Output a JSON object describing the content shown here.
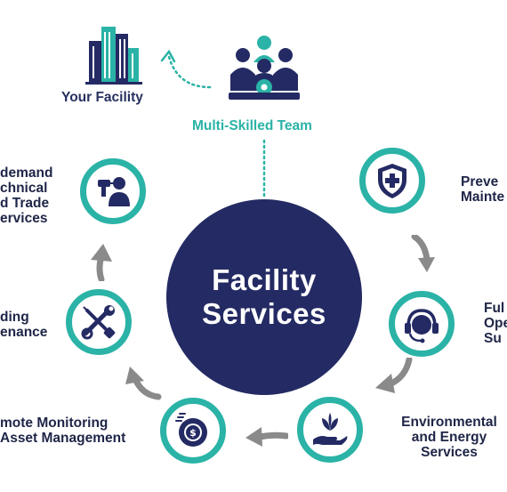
{
  "diagram": {
    "center": {
      "line1": "Facility",
      "line2": "Services"
    },
    "top": {
      "facility_label": "Your Facility",
      "team_label": "Multi-Skilled Team"
    },
    "services": [
      {
        "id": "on-demand",
        "lines": [
          "demand",
          "chnical",
          "d Trade",
          "ervices"
        ],
        "icon": "technician-drill-icon"
      },
      {
        "id": "preventive",
        "lines": [
          "Preve",
          "Mainte"
        ],
        "icon": "shield-cross-icon"
      },
      {
        "id": "full-ops",
        "lines": [
          "Ful",
          "Ope",
          "Su"
        ],
        "icon": "headset-operator-icon"
      },
      {
        "id": "environmental",
        "lines": [
          "Environmental",
          "and Energy",
          "Services"
        ],
        "icon": "hand-plant-icon"
      },
      {
        "id": "remote",
        "lines": [
          "mote Monitoring",
          "Asset Management"
        ],
        "icon": "money-gear-icon"
      },
      {
        "id": "building",
        "lines": [
          "ding",
          "enance"
        ],
        "icon": "wrench-screwdriver-icon"
      }
    ],
    "colors": {
      "navy": "#242a63",
      "teal": "#2ab3a6",
      "grey_arrow": "#8a8a8a",
      "text": "#1e2547"
    }
  }
}
